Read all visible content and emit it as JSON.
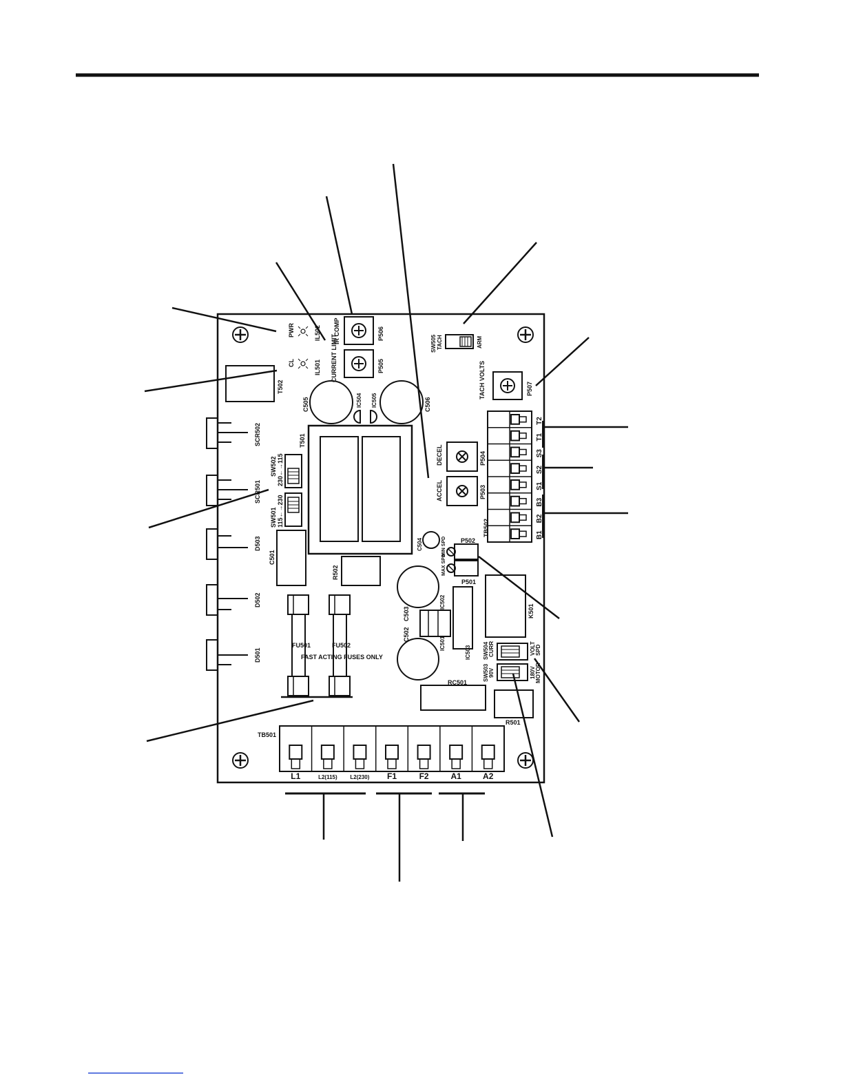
{
  "board": {
    "indicators": {
      "pwr": "PWR",
      "il502": "IL502",
      "cl": "CL",
      "il501": "IL501"
    },
    "pots": {
      "ir_comp": "IR COMP",
      "p506": "P506",
      "current_limit": "CURRENT LIMIT",
      "p505": "P505",
      "tach_volts": "TACH VOLTS",
      "p507": "P507",
      "decel": "DECEL",
      "p504": "P504",
      "accel": "ACCEL",
      "p503": "P503",
      "min_spd": "MIN SPD",
      "p502": "P502",
      "max_spd": "MAX SPD",
      "p501": "P501"
    },
    "switches": {
      "sw505": "SW505",
      "tach": "TACH",
      "arm": "ARM",
      "sw502": "SW502",
      "sw502_pos": "230←→115",
      "sw501": "SW501",
      "sw501_pos": "115←→230",
      "sw504": "SW504",
      "curr": "CURR",
      "volt": "VOLT",
      "spd": "SPD",
      "sw503": "SW503",
      "v90": "90V",
      "v180": "180V",
      "motor": "MOTOR"
    },
    "components": {
      "t502": "T502",
      "t501": "T501",
      "c505": "C505",
      "c506": "C506",
      "c504": "C504",
      "c503": "C503",
      "c502": "C502",
      "c501": "C501",
      "ic504": "IC504",
      "ic505": "IC505",
      "ic502": "IC502",
      "ic501": "IC501",
      "ic503": "IC503",
      "scr502": "SCR502",
      "scr501": "SCR501",
      "d503": "D503",
      "d502": "D502",
      "d501": "D501",
      "r502": "R502",
      "r501": "R501",
      "rc501": "RC501",
      "k501": "K501",
      "fu501": "FU501",
      "fu502": "FU502",
      "fuse_note": "FAST ACTING FUSES ONLY"
    },
    "tb502": {
      "label": "TB502",
      "terminals": [
        "T2",
        "T1",
        "S3",
        "S2",
        "S1",
        "B3",
        "B2",
        "B1"
      ]
    },
    "tb501": {
      "label": "TB501",
      "terminals": [
        "L1",
        "L2(115)",
        "L2(230)",
        "F1",
        "F2",
        "A1",
        "A2"
      ]
    }
  }
}
